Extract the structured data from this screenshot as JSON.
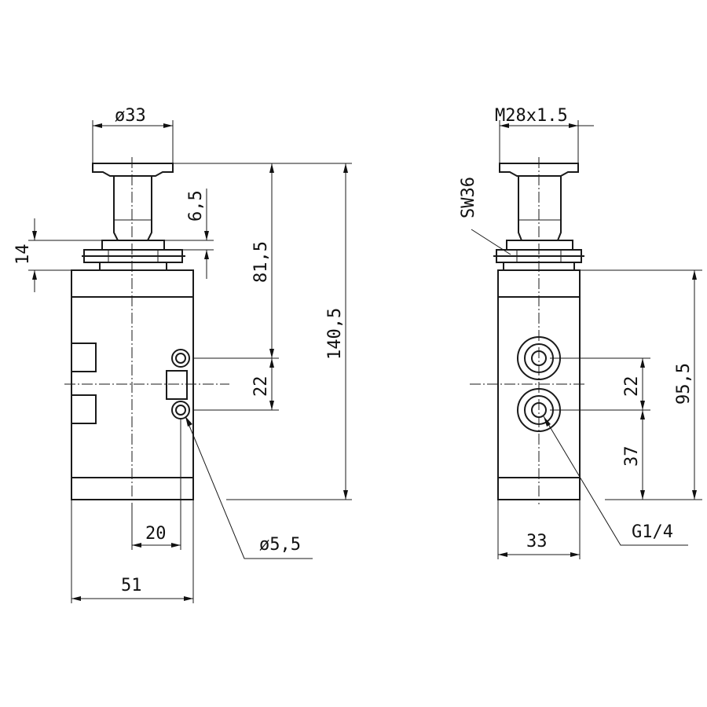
{
  "drawing": {
    "line_color": "#1a1a1a",
    "background": "#ffffff"
  },
  "front_view": {
    "dims": {
      "knob_diameter": "ø33",
      "stroke": "6,5",
      "nut_height": "14",
      "height_to_port": "81,5",
      "total_height": "140,5",
      "port_spacing": "22",
      "port_offset": "20",
      "body_width": "51",
      "mount_hole": "ø5,5"
    }
  },
  "side_view": {
    "dims": {
      "thread": "M28x1.5",
      "wrench_size": "SW36",
      "port_spacing": "22",
      "body_height": "95,5",
      "port_from_bottom": "37",
      "body_depth": "33",
      "port_thread": "G1/4"
    }
  }
}
